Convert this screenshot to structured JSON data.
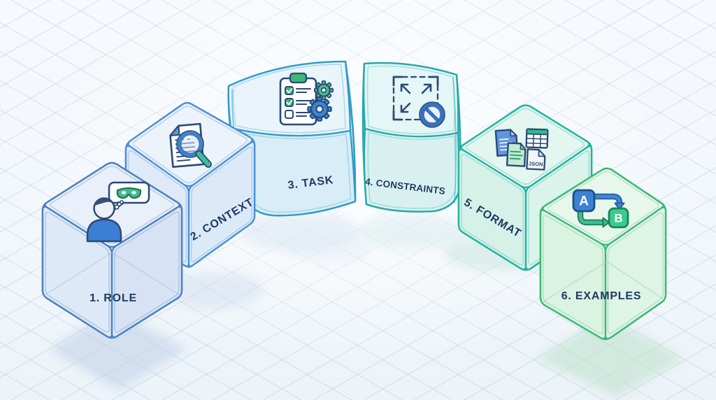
{
  "diagram": {
    "background": {
      "base_color": "#f4f8fc",
      "grid_line_color": "#c6d3e4"
    },
    "label_color": "#1d3a5f",
    "blocks": [
      {
        "id": "role",
        "label": "1. ROLE",
        "icon": "persona-mask-icon",
        "border_color": "#4c80c2"
      },
      {
        "id": "context",
        "label": "2. CONTEXT",
        "icon": "document-magnifier-icon",
        "border_color": "#4a8fd6"
      },
      {
        "id": "task",
        "label": "3. TASK",
        "icon": "checklist-gears-icon",
        "border_color": "#2f9cc9"
      },
      {
        "id": "constraints",
        "label": "4. CONSTRAINTS",
        "icon": "selection-bounds-prohibition-icon",
        "border_color": "#28a8ab"
      },
      {
        "id": "format",
        "label": "5. FORMAT",
        "icon": "documents-table-json-icon",
        "border_color": "#21b3a0"
      },
      {
        "id": "examples",
        "label": "6. EXAMPLES",
        "icon": "a-to-b-transform-icon",
        "border_color": "#3db878"
      }
    ],
    "icon_texts": {
      "json_file_label": "JSON",
      "example_input_label": "A",
      "example_output_label": "B"
    }
  }
}
